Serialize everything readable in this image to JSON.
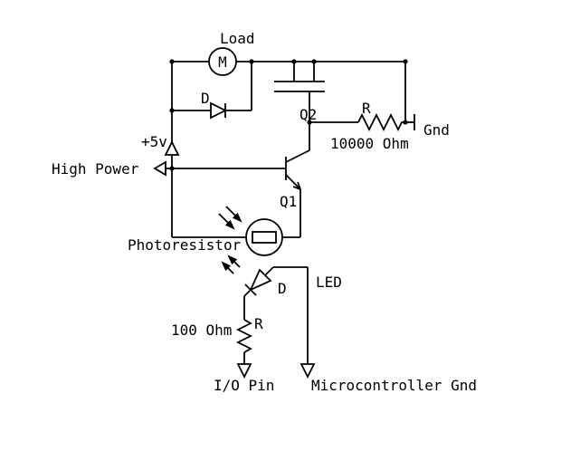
{
  "diagram": {
    "type": "circuit-schematic",
    "background_color": "#ffffff",
    "line_color": "#000000",
    "labels": {
      "load": "Load",
      "motor": "M",
      "flyback_diode": "D",
      "mosfet": "Q2",
      "gate_resistor": "R",
      "gate_resistor_value": "10000 Ohm",
      "gnd": "Gnd",
      "supply": "+5v",
      "high_power": "High Power",
      "transistor": "Q1",
      "photoresistor": "Photoresistor",
      "led_diode": "D",
      "led": "LED",
      "led_resistor": "R",
      "led_resistor_value": "100 Ohm",
      "io_pin": "I/O Pin",
      "micro_gnd": "Microcontroller Gnd"
    }
  }
}
